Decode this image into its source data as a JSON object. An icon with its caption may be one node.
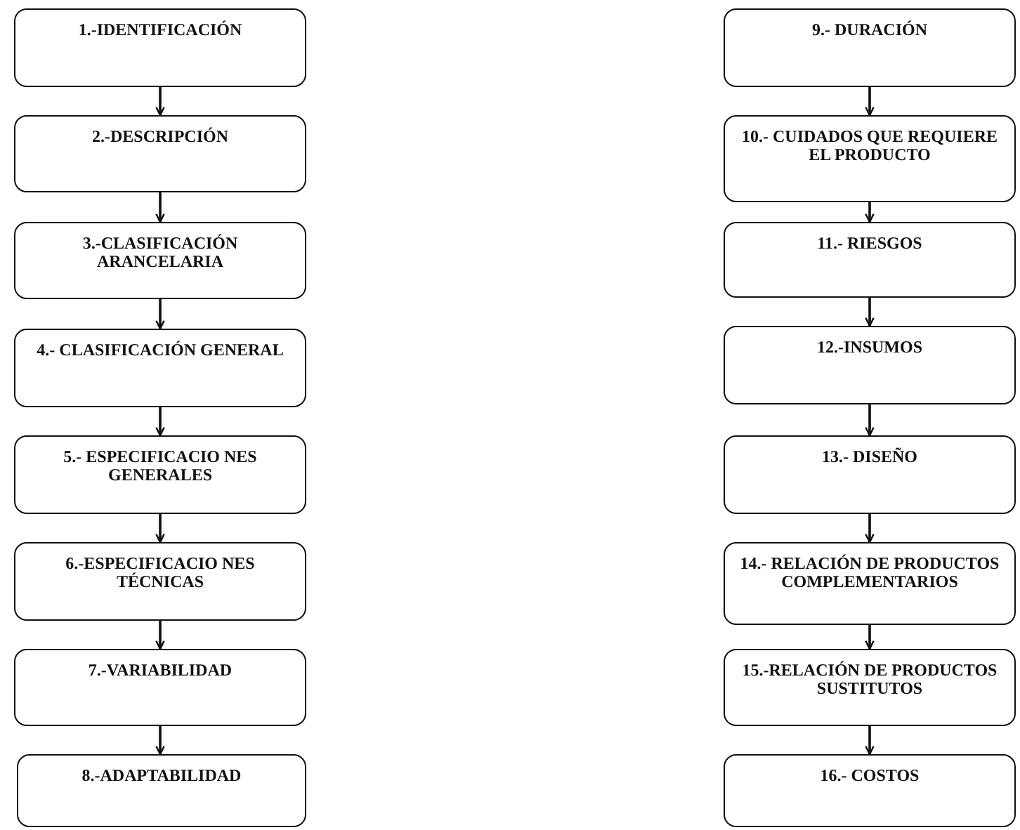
{
  "diagram": {
    "nodes": [
      {
        "text": [
          "1.-IDENTIFICACIÓN"
        ]
      },
      {
        "text": [
          "2.-DESCRIPCIÓN"
        ]
      },
      {
        "text": [
          "3.-CLASIFICACIÓN ARANCELARIA"
        ]
      },
      {
        "text": [
          "4.- CLASIFICACIÓN GENERAL"
        ]
      },
      {
        "text": [
          "5.- ESPECIFICACIO NES GENERALES"
        ]
      },
      {
        "text": [
          "6.-ESPECIFICACIO NES TÉCNICAS"
        ]
      },
      {
        "text": [
          "7.-VARIABILIDAD"
        ]
      },
      {
        "text": [
          "8.-ADAPTABILIDAD"
        ]
      },
      {
        "text": [
          "9.- DURACIÓN"
        ]
      },
      {
        "text": [
          "10.- CUIDADOS QUE REQUIERE EL PRODUCTO"
        ]
      },
      {
        "text": [
          "11.- RIESGOS"
        ]
      },
      {
        "text": [
          "12.-INSUMOS"
        ]
      },
      {
        "text": [
          "13.- DISEÑO"
        ]
      },
      {
        "text": [
          "14.- RELACIÓN DE PRODUCTOS COMPLEMENTARIOS"
        ]
      },
      {
        "text": [
          "15.-RELACIÓN DE PRODUCTOS SUSTITUTOS"
        ]
      },
      {
        "text": [
          "16.- COSTOS"
        ]
      }
    ],
    "edges": [
      {
        "from": 0,
        "to": 1,
        "arrow": "to"
      },
      {
        "from": 1,
        "to": 2,
        "arrow": "to"
      },
      {
        "from": 2,
        "to": 3,
        "arrow": "to"
      },
      {
        "from": 3,
        "to": 4,
        "arrow": "to"
      },
      {
        "from": 4,
        "to": 5,
        "arrow": "to"
      },
      {
        "from": 5,
        "to": 6,
        "arrow": "to"
      },
      {
        "from": 6,
        "to": 7,
        "arrow": "to"
      },
      {
        "from": 8,
        "to": 9,
        "arrow": "to"
      },
      {
        "from": 9,
        "to": 10,
        "arrow": "to"
      },
      {
        "from": 10,
        "to": 11,
        "arrow": "to"
      },
      {
        "from": 11,
        "to": 12,
        "arrow": "to"
      },
      {
        "from": 12,
        "to": 13,
        "arrow": "to"
      },
      {
        "from": 13,
        "to": 14,
        "arrow": "to"
      },
      {
        "from": 14,
        "to": 15,
        "arrow": "to"
      }
    ]
  }
}
